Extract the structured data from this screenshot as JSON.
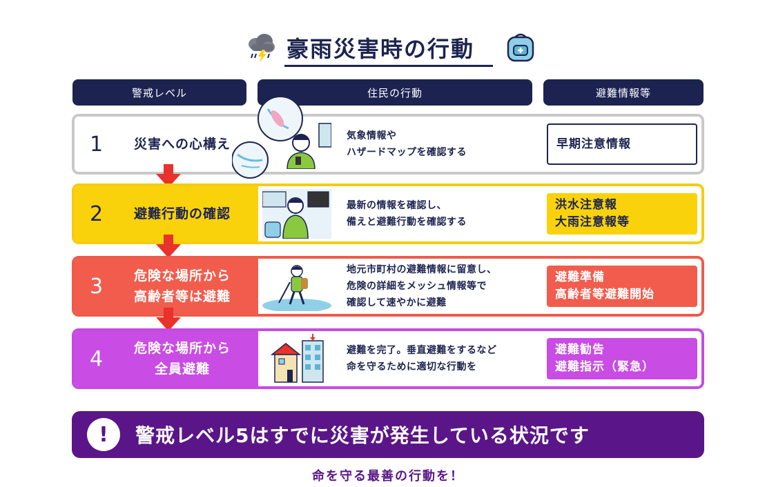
{
  "title": "豪雨災害時の行動",
  "headers": {
    "level": "警戒レベル",
    "action": "住民の行動",
    "info": "避難情報等"
  },
  "rows": [
    {
      "level": "1",
      "label_lines": [
        "災害への心構え"
      ],
      "desc_lines": [
        "気象情報や",
        "ハザードマップを確認する"
      ],
      "info_lines": [
        "早期注意情報"
      ],
      "color": "#ffffff"
    },
    {
      "level": "2",
      "label_lines": [
        "避難行動の確認"
      ],
      "desc_lines": [
        "最新の情報を確認し、",
        "備えと避難行動を確認する"
      ],
      "info_lines": [
        "洪水注意報",
        "大雨注意報等"
      ],
      "color": "#f9d20c"
    },
    {
      "level": "3",
      "label_lines": [
        "危険な場所から",
        "高齢者等は避難"
      ],
      "desc_lines": [
        "地元市町村の避難情報に留意し、",
        "危険の詳細をメッシュ情報等で",
        "確認して速やかに避難"
      ],
      "info_lines": [
        "避難準備",
        "高齢者等避難開始"
      ],
      "color": "#f25c4d"
    },
    {
      "level": "4",
      "label_lines": [
        "危険な場所から",
        "全員避難"
      ],
      "desc_lines": [
        "避難を完了。垂直避難をするなど",
        "命を守るために適切な行動を"
      ],
      "info_lines": [
        "避難勧告",
        "避難指示（緊急）"
      ],
      "color": "#c94ce4"
    }
  ],
  "banner": {
    "icon": "!",
    "text": "警戒レベル5はすでに災害が発生している状況です"
  },
  "footer": "命を守る最善の行動を！",
  "colors": {
    "navy": "#1c2350",
    "yellow": "#f9d20c",
    "red": "#f25c4d",
    "purple": "#c94ce4",
    "banner": "#5a1688",
    "arrow": "#e8322a"
  },
  "icons": [
    "storm-cloud-icon",
    "backpack-icon",
    "down-arrow-icon",
    "exclamation-icon"
  ]
}
